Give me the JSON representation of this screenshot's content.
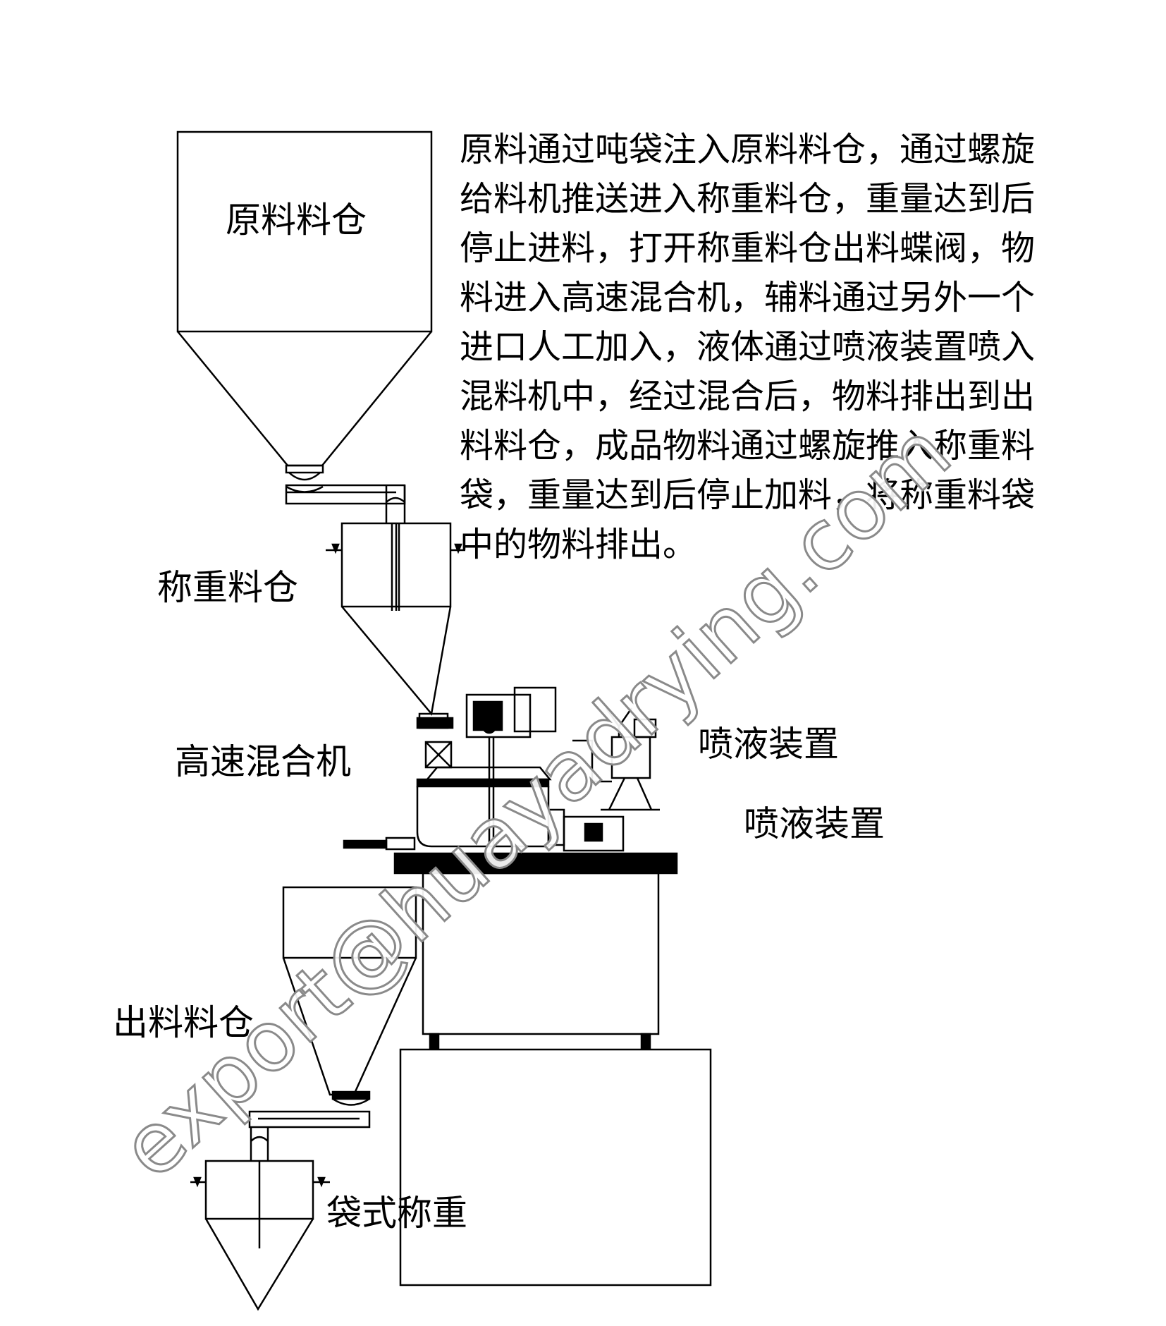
{
  "labels": {
    "raw_silo": "原料料仓",
    "weigh_silo": "称重料仓",
    "mixer": "高速混合机",
    "spray_1": "喷液装置",
    "spray_2": "喷液装置",
    "discharge_silo": "出料料仓",
    "bag_weigh": "袋式称重"
  },
  "description_lines": [
    "原料通过吨袋注入原料料仓，通过螺旋",
    "给料机推送进入称重料仓，重量达到后",
    "停止进料，打开称重料仓出料蝶阀，物",
    "料进入高速混合机，辅料通过另外一个",
    "进口人工加入，液体通过喷液装置喷入",
    "混料机中，经过混合后，物料排出到出",
    "料料仓，成品物料通过螺旋推入称重料",
    "袋，重量达到后停止加料，将称重料袋",
    "中的物料排出。"
  ],
  "watermark": "export@huayadrying.com"
}
